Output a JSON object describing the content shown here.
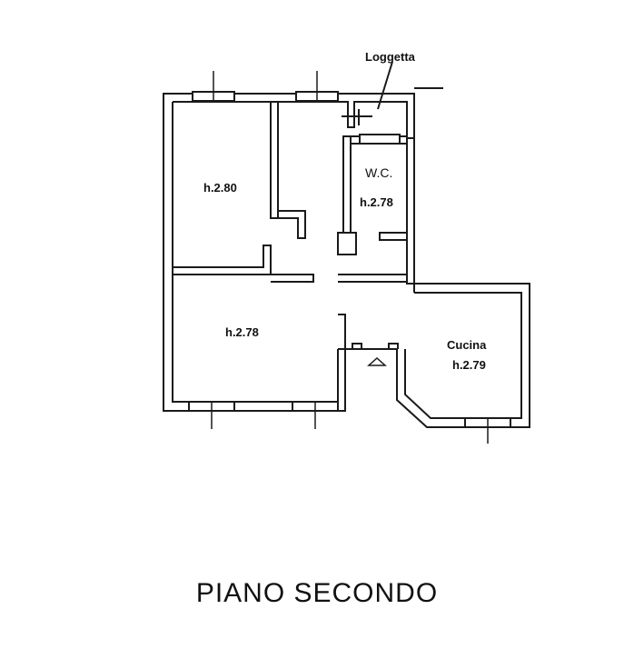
{
  "drawing": {
    "title": "PIANO SECONDO",
    "line_color": "#1a1a1a",
    "wall_fill": "#ffffff",
    "background": "#ffffff",
    "rooms": [
      {
        "id": "room-top-left",
        "height_label": "h.2.80"
      },
      {
        "id": "room-bottom-left",
        "height_label": "h.2.78"
      },
      {
        "id": "wc",
        "name": "W.C.",
        "height_label": "h.2.78"
      },
      {
        "id": "kitchen",
        "name": "Cucina",
        "height_label": "h.2.79"
      }
    ],
    "loggia_label": "Loggetta"
  }
}
